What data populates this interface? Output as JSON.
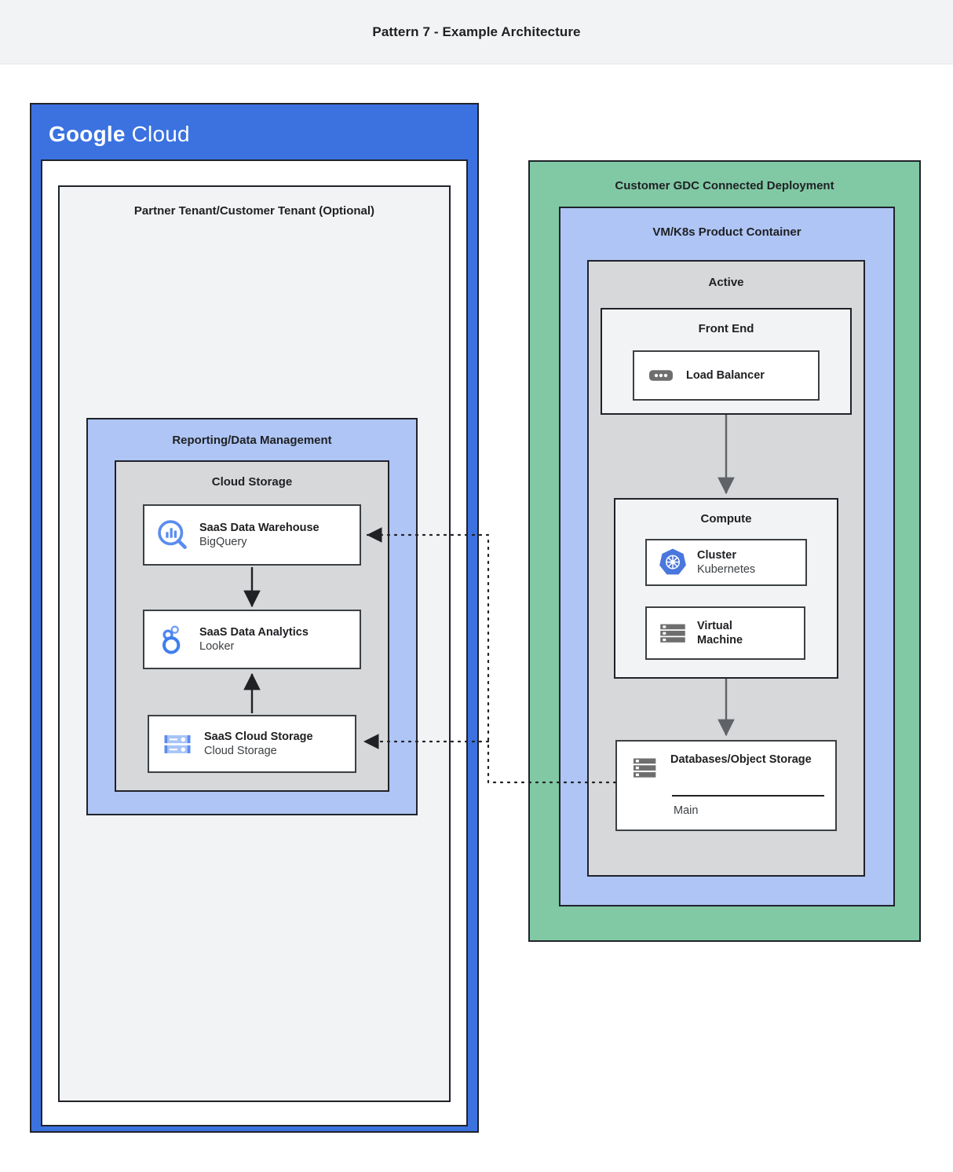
{
  "header": {
    "title": "Pattern 7 - Example Architecture"
  },
  "colors": {
    "google_blue": "#3b72e0",
    "light_blue": "#aec5f5",
    "green": "#81c9a5",
    "gray": "#d6d8da",
    "light_gray": "#f1f3f4",
    "border": "#20222a",
    "icon_blue": "#4285f4",
    "icon_gray": "#6e6e6e"
  },
  "google_cloud": {
    "logo_bold": "Google",
    "logo_light": "Cloud",
    "tenant": {
      "title": "Partner Tenant/Customer Tenant (Optional)"
    },
    "reporting": {
      "title": "Reporting/Data Management",
      "cloud_storage": {
        "title": "Cloud Storage",
        "cards": [
          {
            "name": "SaaS Data Warehouse",
            "product": "BigQuery",
            "icon": "bigquery-icon"
          },
          {
            "name": "SaaS Data Analytics",
            "product": "Looker",
            "icon": "looker-icon"
          },
          {
            "name": "SaaS Cloud Storage",
            "product": "Cloud Storage",
            "icon": "cloud-storage-icon"
          }
        ]
      }
    }
  },
  "gdc": {
    "title": "Customer GDC Connected Deployment",
    "vm_k8s": {
      "title": "VM/K8s Product Container",
      "active": {
        "title": "Active",
        "front_end": {
          "title": "Front End",
          "load_balancer": {
            "name": "Load Balancer",
            "icon": "load-balancer-icon"
          }
        },
        "compute": {
          "title": "Compute",
          "cards": [
            {
              "name": "Cluster",
              "product": "Kubernetes",
              "icon": "kubernetes-icon"
            },
            {
              "name": "Virtual",
              "product": "Machine",
              "icon": "virtual-machine-icon"
            }
          ]
        },
        "database": {
          "name": "Databases/Object Storage",
          "instance": "Main",
          "icon": "database-icon"
        }
      }
    }
  },
  "connections": [
    {
      "from": "saas-data-warehouse",
      "style": "dotted",
      "direction": "left"
    },
    {
      "from": "saas-cloud-storage",
      "style": "dotted",
      "direction": "left"
    },
    {
      "from": "front-end",
      "to": "compute",
      "style": "solid",
      "direction": "down"
    },
    {
      "from": "compute",
      "to": "databases",
      "style": "solid",
      "direction": "down"
    },
    {
      "from": "saas-data-warehouse",
      "to": "saas-data-analytics",
      "style": "solid",
      "direction": "down"
    },
    {
      "from": "saas-cloud-storage",
      "to": "saas-data-analytics",
      "style": "solid",
      "direction": "up"
    }
  ]
}
